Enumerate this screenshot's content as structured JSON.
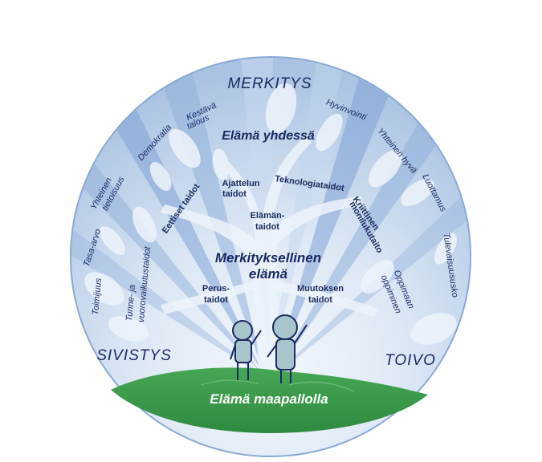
{
  "corners": {
    "top": "MERKITYS",
    "left": "SIVISTYS",
    "right": "TOIVO"
  },
  "center": {
    "top": "Elämä yhdessä",
    "middle_line1": "Merkityksellinen",
    "middle_line2": "elämä",
    "bottom": "Elämä maapallolla"
  },
  "inner_skills": {
    "ajattelun_1": "Ajattelun",
    "ajattelun_2": "taidot",
    "teknologia": "Teknologiataidot",
    "elaman_1": "Elämän-",
    "elaman_2": "taidot",
    "eettiset": "Eettiset taidot",
    "kriittinen_1": "Kriittinen",
    "kriittinen_2": "monilukutaito",
    "perus_1": "Perus-",
    "perus_2": "taidot",
    "muutoksen_1": "Muutoksen",
    "muutoksen_2": "taidot",
    "oppimaan_1": "Oppimaan",
    "oppimaan_2": "oppiminen",
    "tunne_1": "Tunne- ja",
    "tunne_2": "vuorovaikutustaidot"
  },
  "outer_values": {
    "kestava_1": "Kestävä",
    "kestava_2": "talous",
    "demokratia": "Demokratia",
    "yhteinen_tieto_1": "Yhteinen",
    "yhteinen_tieto_2": "tietoisuus",
    "tasa_arvo": "Tasa-arvo",
    "toimijuus": "Toimijuus",
    "hyvinvointi": "Hyvinvointi",
    "yhteinen_hyva": "Yhteinen hyvä",
    "luottamus": "Luottamus",
    "tulevaisuususko": "Tulevaisuususko"
  },
  "colors": {
    "disk_edge": "#a9c2e2",
    "disk_light": "#dbe7f5",
    "ray_dark": "#93b1da",
    "ground_green": "#3d9a4b",
    "text_navy": "#1f2d66",
    "figure_fill": "#a8c5cc",
    "figure_stroke": "#1c2a63"
  }
}
